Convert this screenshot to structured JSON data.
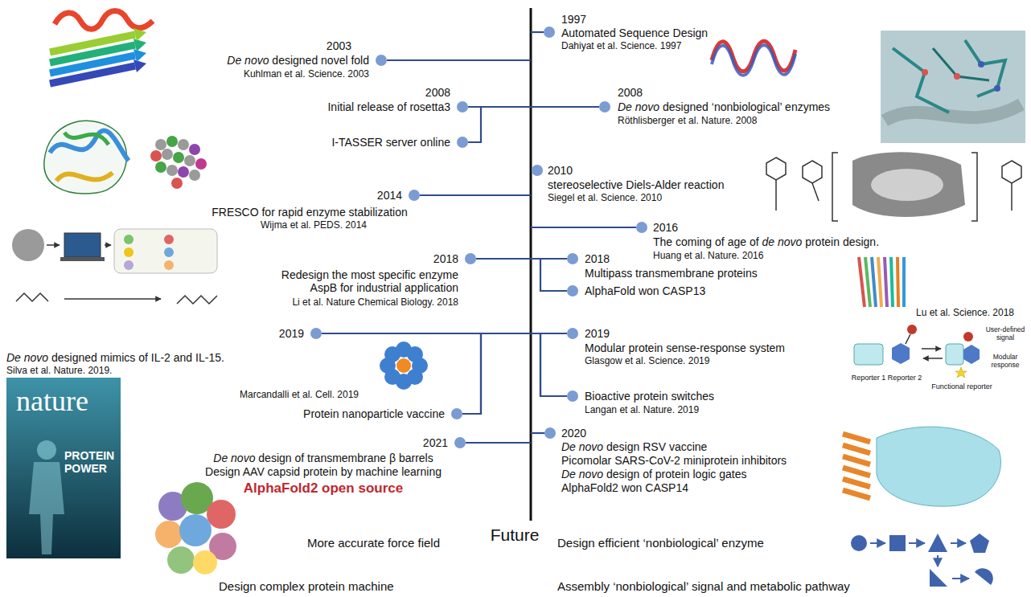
{
  "diagram": {
    "nodes": [
      {
        "text": [
          "1997",
          "Automated Sequence Design",
          "Dahiyat et al. Science. 1997"
        ]
      },
      {
        "text": [
          "2003",
          "De novo designed novel fold",
          "Kuhlman et al. Science. 2003"
        ]
      },
      {
        "text": [
          "2008",
          "Initial release of rosetta3"
        ]
      },
      {
        "text": [
          "2008",
          "De novo designed ‘nonbiological’ enzymes",
          "Röthlisberger et al. Nature. 2008"
        ]
      },
      {
        "text": [
          "I-TASSER server online"
        ]
      },
      {
        "text": [
          "2010",
          "stereoselective Diels-Alder reaction",
          "Siegel et al. Science. 2010"
        ]
      },
      {
        "text": [
          "2014",
          "FRESCO for rapid enzyme stabilization",
          "Wijma et al. PEDS. 2014"
        ]
      },
      {
        "text": [
          "2016",
          "The coming of age of de novo protein design.",
          "Huang et al. Nature. 2016"
        ]
      },
      {
        "text": [
          "2018",
          "Redesign the most specific enzyme AspB for industrial application",
          "Li et al. Nature Chemical Biology. 2018"
        ]
      },
      {
        "text": [
          "2018",
          "Multipass transmembrane proteins"
        ]
      },
      {
        "text": [
          "AlphaFold won CASP13"
        ]
      },
      {
        "text": [
          "2019",
          "De novo designed mimics of IL-2 and IL-15.",
          "Silva et al. Nature. 2019."
        ]
      },
      {
        "text": [
          "2019",
          "Modular protein sense-response system",
          "Glasgow et al. Science. 2019"
        ]
      },
      {
        "text": [
          "Bioactive protein switches",
          "Langan et al. Nature. 2019"
        ]
      },
      {
        "text": [
          "Marcandalli et al. Cell. 2019",
          "Protein nanoparticle vaccine"
        ]
      },
      {
        "text": [
          "2020",
          "De novo design RSV vaccine",
          "Picomolar SARS-CoV-2 miniprotein inhibitors",
          "De novo design of protein logic gates",
          "AlphaFold2 won CASP14"
        ]
      },
      {
        "text": [
          "2021",
          "De novo design of transmembrane β barrels",
          "Design AAV capsid protein by machine learning",
          "AlphaFold2 open source"
        ]
      }
    ],
    "edges": [
      {
        "from": 2,
        "to": 3,
        "arrow": "none"
      },
      {
        "from": 4,
        "to": 3,
        "arrow": "none"
      },
      {
        "from": 8,
        "to": 9,
        "arrow": "none"
      },
      {
        "from": 8,
        "to": 10,
        "arrow": "none"
      },
      {
        "from": 11,
        "to": 12,
        "arrow": "none"
      },
      {
        "from": 11,
        "to": 13,
        "arrow": "none"
      },
      {
        "from": 14,
        "to": 12,
        "arrow": "none"
      },
      {
        "from": 14,
        "to": 13,
        "arrow": "none"
      }
    ],
    "labels": [
      "Lu et al. Science. 2018",
      "User-defined signal",
      "Reporter 1",
      "Reporter 2",
      "Modular response",
      "Functional reporter",
      "nature",
      "PROTEIN POWER",
      "More accurate force field",
      "Future",
      "Design efficient ‘nonbiological’ enzyme",
      "Design complex protein machine",
      "Assembly ‘nonbiological’ signal and metabolic pathway"
    ]
  }
}
